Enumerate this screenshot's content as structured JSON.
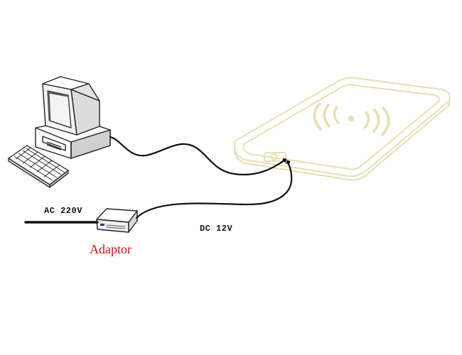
{
  "labels": {
    "ac_input": "AC 220V",
    "dc_output": "DC 12V",
    "adaptor": "Adaptor"
  },
  "colors": {
    "cable": "#111111",
    "outline": "#222222",
    "reader_outline": "#e6dfb4",
    "adaptor_label": "#cc1010",
    "screen": "#f4f4f4"
  },
  "icons": {
    "computer": "desktop-computer-icon",
    "keyboard": "keyboard-icon",
    "adaptor": "power-adaptor-icon",
    "reader": "rfid-reader-icon"
  }
}
